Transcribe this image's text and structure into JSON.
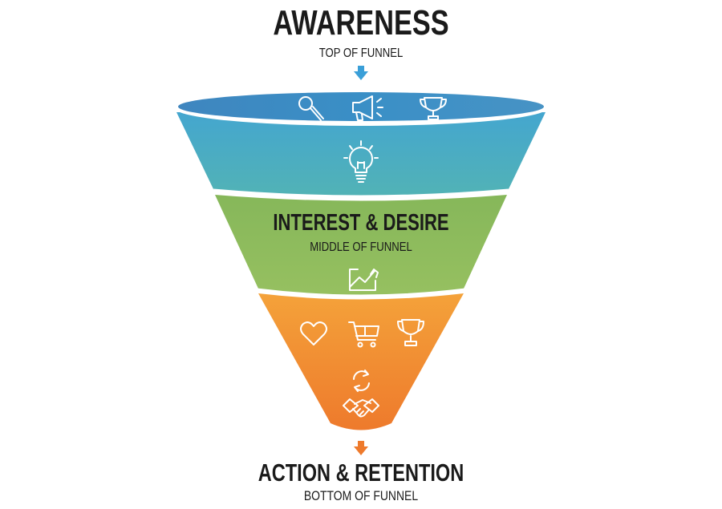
{
  "stages": [
    {
      "title": "AWARENESS",
      "subtitle": "TOP OF FUNNEL",
      "color_top": "#3f86bf",
      "color_bottom": "#4fb0b8",
      "icons": [
        "search-icon",
        "megaphone-icon",
        "trophy-icon",
        "lightbulb-icon"
      ]
    },
    {
      "title": "INTEREST & DESIRE",
      "subtitle": "MIDDLE OF FUNNEL",
      "color": "#8dbb5a",
      "icons": [
        "growth-chart-icon"
      ]
    },
    {
      "title": "ACTION & RETENTION",
      "subtitle": "BOTTOM OF FUNNEL",
      "color_top": "#f4a13a",
      "color_bottom": "#ee7a2c",
      "icons": [
        "heart-icon",
        "shopping-cart-icon",
        "trophy-icon",
        "refresh-cycle-icon",
        "handshake-icon"
      ]
    }
  ],
  "arrows": {
    "top_color": "#3a9fd8",
    "bottom_color": "#ee7a2c"
  }
}
